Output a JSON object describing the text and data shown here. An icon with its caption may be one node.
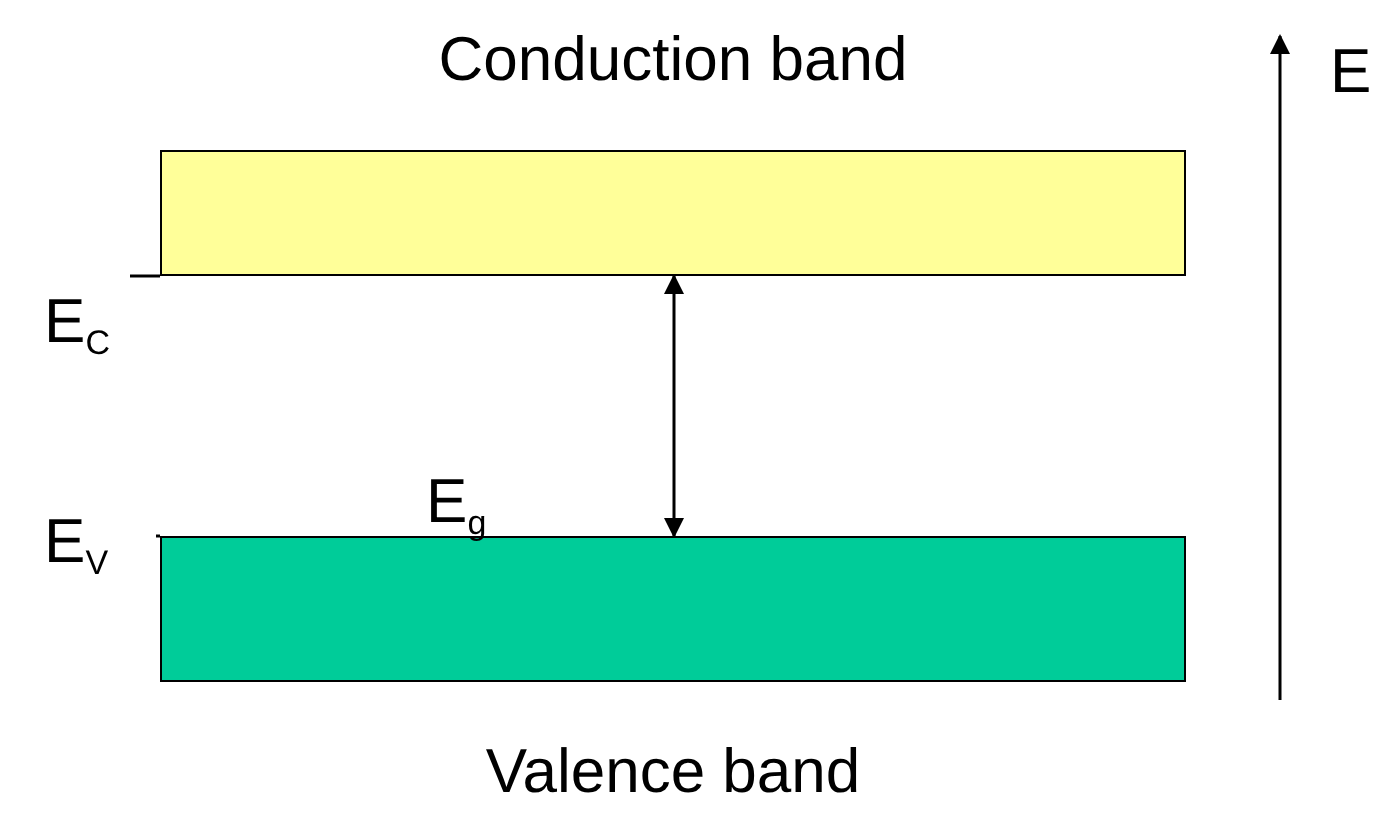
{
  "diagram": {
    "nodes": [
      {
        "text": [
          "Conduction band"
        ]
      },
      {
        "text": [
          "Valence band"
        ]
      }
    ],
    "edges": [
      {
        "from": 0,
        "to": 1,
        "arrow": "both",
        "label": "E$_{g}$"
      }
    ],
    "labels": [
      "E$_{C}$",
      "E$_{V}$",
      "E"
    ]
  }
}
